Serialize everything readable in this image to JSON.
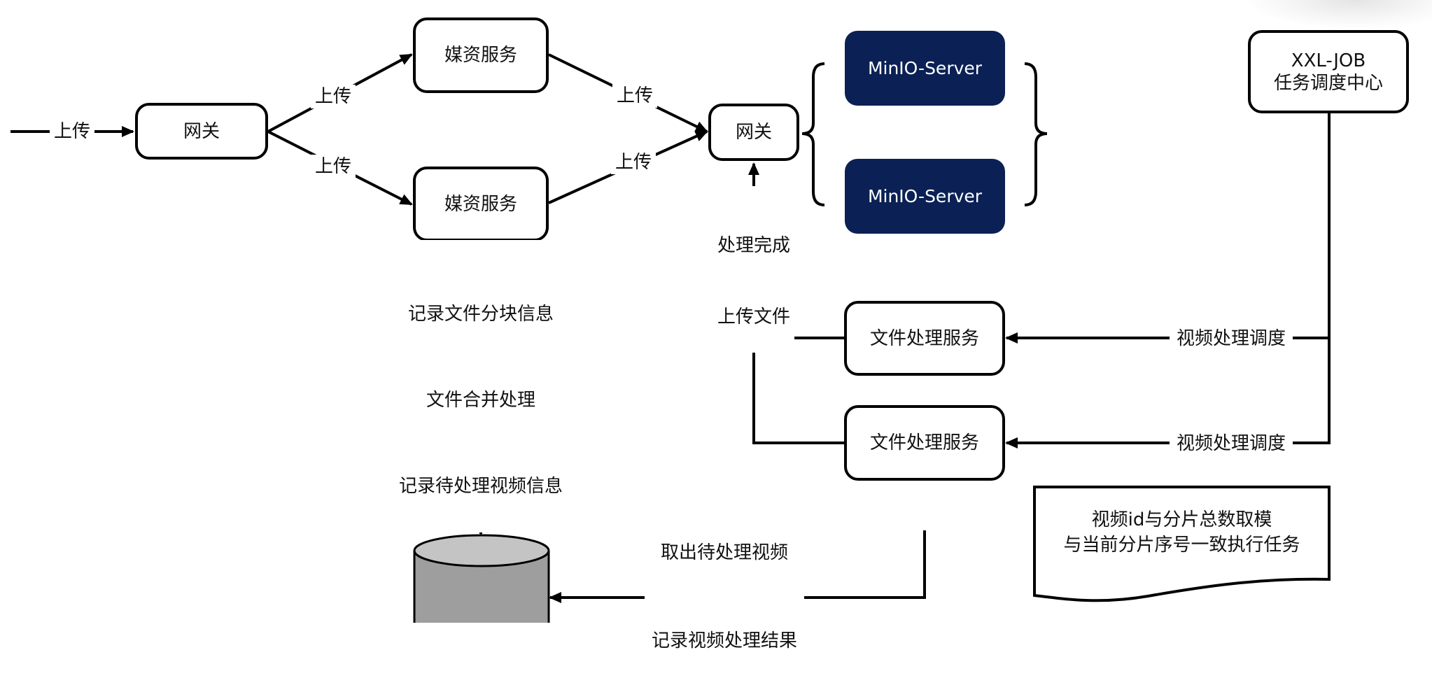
{
  "diagram": {
    "nodes": {
      "gateway_left": "网关",
      "media_service_top": "媒资服务",
      "media_service_bottom": "媒资服务",
      "gateway_right": "网关",
      "minio_top": "MinIO-Server",
      "minio_bottom": "MinIO-Server",
      "xxl_job_line1": "XXL-JOB",
      "xxl_job_line2": "任务调度中心",
      "file_service_top": "文件处理服务",
      "file_service_bottom": "文件处理服务",
      "database": ""
    },
    "edge_labels": {
      "upload_in": "上传",
      "upload_to_media_top": "上传",
      "upload_to_media_bottom": "上传",
      "upload_media_top_to_gateway": "上传",
      "upload_media_bottom_to_gateway": "上传",
      "processed_upload": [
        "处理完成",
        "上传文件"
      ],
      "record_info": [
        "记录文件分块信息",
        "文件合并处理",
        "记录待处理视频信息"
      ],
      "schedule_top": "视频处理调度",
      "schedule_bottom": "视频处理调度",
      "fetch_record": [
        "取出待处理视频",
        "记录视频处理结果"
      ]
    },
    "note": [
      "视频id与分片总数取模",
      "与当前分片序号一致执行任务"
    ],
    "colors": {
      "minio_fill": "#0b2155",
      "database_top": "#c4c4c4",
      "database_body": "#9e9e9e",
      "stroke": "#000000"
    }
  }
}
